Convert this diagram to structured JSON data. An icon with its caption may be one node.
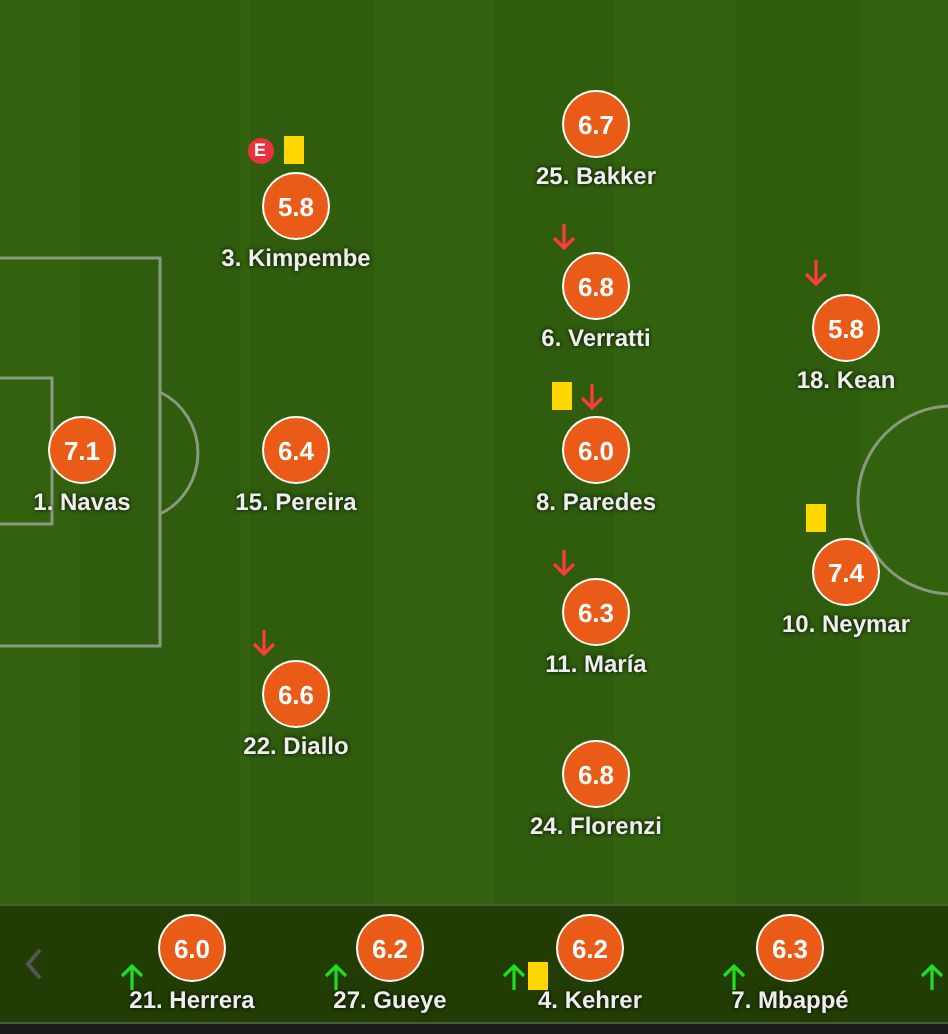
{
  "diagram": {
    "nodes": [
      {
        "text": [
          "7.1"
        ],
        "beside": [
          "1. Navas"
        ]
      },
      {
        "text": [
          "5.8"
        ],
        "beside": [
          "3. Kimpembe"
        ]
      },
      {
        "text": [
          "6.4"
        ],
        "beside": [
          "15. Pereira"
        ]
      },
      {
        "text": [
          "6.6"
        ],
        "beside": [
          "22. Diallo"
        ]
      },
      {
        "text": [
          "6.7"
        ],
        "beside": [
          "25. Bakker"
        ]
      },
      {
        "text": [
          "6.8"
        ],
        "beside": [
          "6. Verratti"
        ]
      },
      {
        "text": [
          "6.0"
        ],
        "beside": [
          "8. Paredes"
        ]
      },
      {
        "text": [
          "6.3"
        ],
        "beside": [
          "11. María"
        ]
      },
      {
        "text": [
          "6.8"
        ],
        "beside": [
          "24. Florenzi"
        ]
      },
      {
        "text": [
          "5.8"
        ],
        "beside": [
          "18. Kean"
        ]
      },
      {
        "text": [
          "7.4"
        ],
        "beside": [
          "10. Neymar"
        ]
      },
      {
        "text": [
          "6.0"
        ],
        "beside": [
          "21. Herrera"
        ]
      },
      {
        "text": [
          "6.2"
        ],
        "beside": [
          "27. Gueye"
        ]
      },
      {
        "text": [
          "6.2"
        ],
        "beside": [
          "4. Kehrer"
        ]
      },
      {
        "text": [
          "6.3"
        ],
        "beside": [
          "7. Mbappé"
        ]
      },
      {
        "text": [
          "E"
        ]
      }
    ],
    "edges": []
  }
}
